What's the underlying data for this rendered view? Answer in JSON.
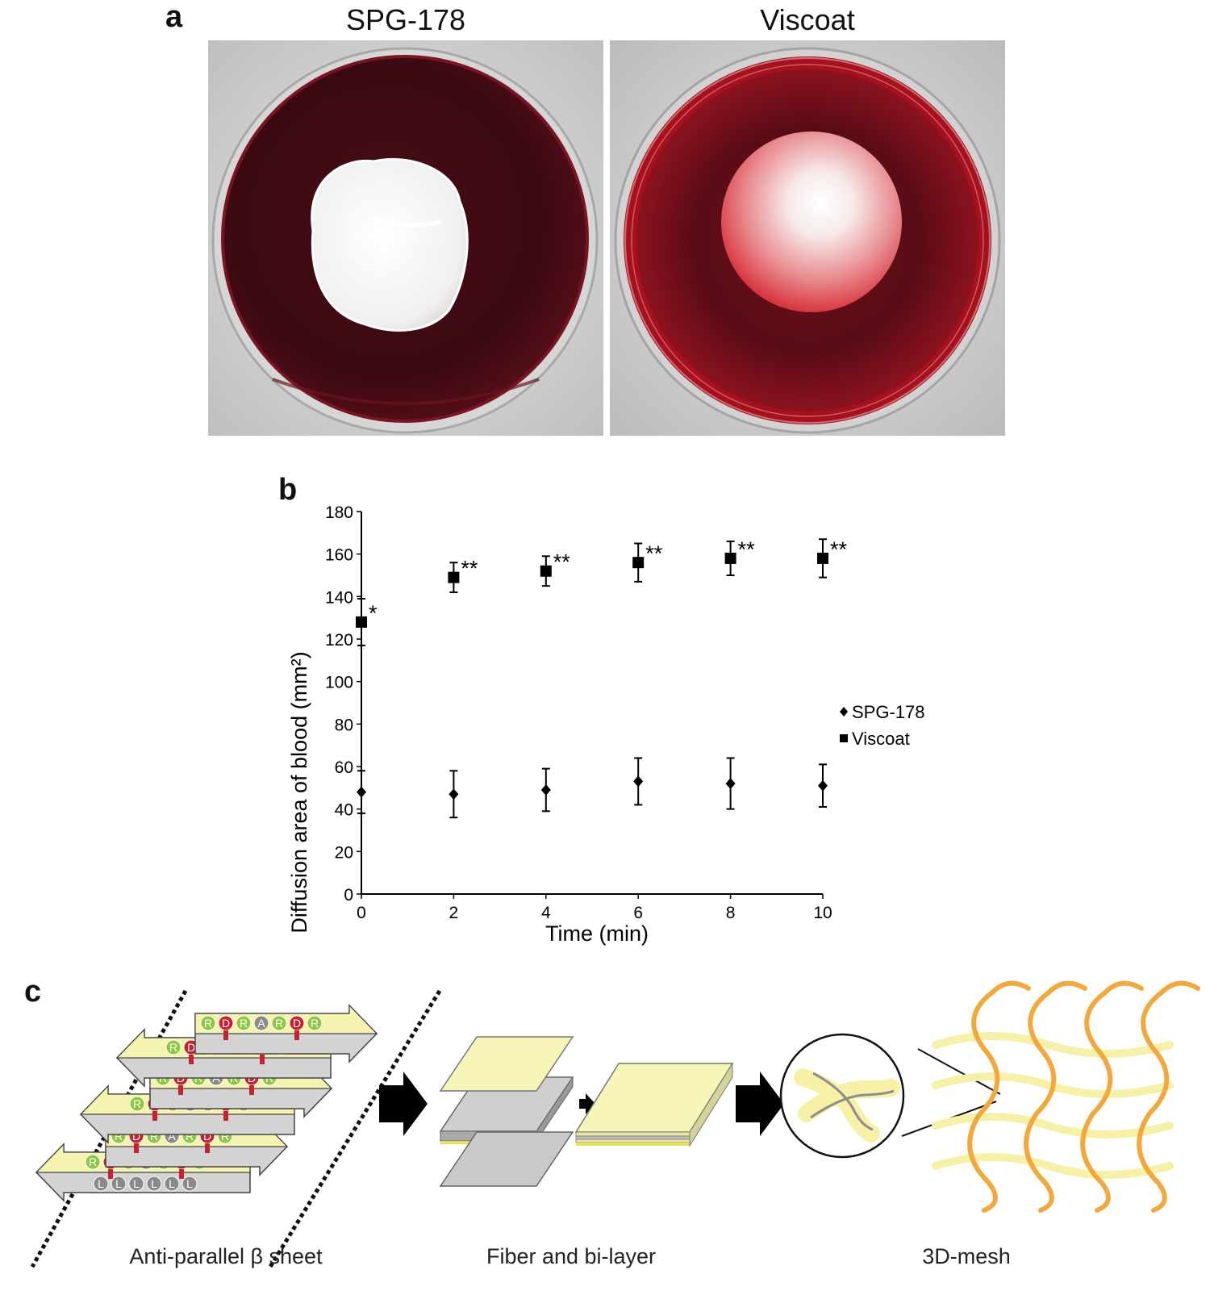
{
  "panel_a": {
    "letter": "a",
    "photos": [
      {
        "title": "SPG-178"
      },
      {
        "title": "Viscoat"
      }
    ]
  },
  "panel_b": {
    "letter": "b",
    "significance": [
      "*",
      "**",
      "**",
      "**",
      "**",
      "**"
    ]
  },
  "chart_data": {
    "type": "scatter",
    "xlabel": "Time (min)",
    "ylabel": "Diffusion area of blood (mm²)",
    "x": [
      0,
      2,
      4,
      6,
      8,
      10
    ],
    "xticks": [
      "0",
      "2",
      "4",
      "6",
      "8",
      "10"
    ],
    "yticks": [
      "0",
      "20",
      "40",
      "60",
      "80",
      "100",
      "120",
      "140",
      "160",
      "180"
    ],
    "xlim": [
      0,
      10
    ],
    "ylim": [
      0,
      180
    ],
    "legend_position": "right",
    "grid": false,
    "series": [
      {
        "name": "SPG-178",
        "marker": "diamond",
        "values": [
          48,
          47,
          49,
          53,
          52,
          51
        ],
        "errors": [
          10,
          11,
          10,
          11,
          12,
          10
        ]
      },
      {
        "name": "Viscoat",
        "marker": "square",
        "values": [
          128,
          149,
          152,
          156,
          158,
          158
        ],
        "errors": [
          11,
          7,
          7,
          9,
          8,
          9
        ]
      }
    ]
  },
  "panel_c": {
    "letter": "c",
    "sequence": [
      "R",
      "D",
      "R",
      "A",
      "R",
      "D",
      "R"
    ],
    "bottom_letters": [
      "L",
      "L",
      "L",
      "L",
      "L",
      "L"
    ],
    "captions": [
      "Anti-parallel β sheet",
      "Fiber and bi-layer",
      "3D-mesh"
    ]
  },
  "colors": {
    "blood_dark": "#3a0a12",
    "blood_red": "#8e0f1e",
    "sheet_yellow": "#f5f3b0",
    "sheet_gray": "#c9c9c9",
    "residue_green": "#8dc63f",
    "residue_red": "#c8202e",
    "residue_gray": "#8a8a8a",
    "mesh_orange": "#f2a83a",
    "mesh_yellow": "#f6f1a6"
  }
}
